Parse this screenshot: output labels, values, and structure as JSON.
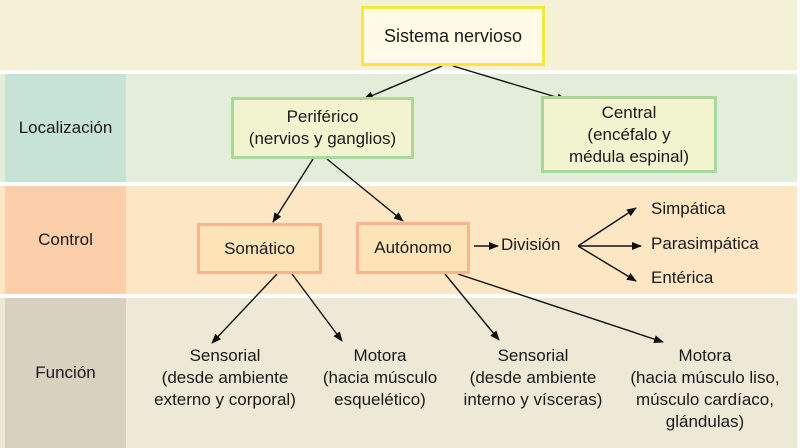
{
  "title": "Sistema nervioso",
  "rows": [
    {
      "key": "localizacion",
      "label": "Localización",
      "color": "#c6e3d6",
      "band_color": "#e3edd9"
    },
    {
      "key": "control",
      "label": "Control",
      "color": "#fdceaa",
      "band_color": "#fde6c4"
    },
    {
      "key": "funcion",
      "label": "Función",
      "color": "#d8d1bf",
      "band_color": "#eee8d6"
    }
  ],
  "nodes": {
    "root": {
      "text": "Sistema nervioso",
      "border_color": "#f5e642"
    },
    "periferico": {
      "text": "Periférico\n(nervios y ganglios)",
      "border_color": "#a9d89a"
    },
    "central": {
      "text": "Central\n(encéfalo y\nmédula espinal)",
      "border_color": "#a9d89a"
    },
    "somatico": {
      "text": "Somático",
      "border_color": "#f9b48f"
    },
    "autonomo": {
      "text": "Autónomo",
      "border_color": "#f9b48f"
    },
    "division": {
      "text": "División"
    },
    "simpatica": {
      "text": "Simpática"
    },
    "parasimpatica": {
      "text": "Parasimpática"
    },
    "enterica": {
      "text": "Entérica"
    },
    "som_sensorial": {
      "text": "Sensorial\n(desde ambiente\nexterno y corporal)"
    },
    "som_motora": {
      "text": "Motora\n(hacia músculo\nesquelético)"
    },
    "aut_sensorial": {
      "text": "Sensorial\n(desde ambiente\ninterno y vísceras)"
    },
    "aut_motora": {
      "text": "Motora\n(hacia músculo liso,\nmúsculo cardíaco,\nglándulas)"
    }
  },
  "edges": [
    {
      "from": "root",
      "to": "periferico"
    },
    {
      "from": "root",
      "to": "central"
    },
    {
      "from": "periferico",
      "to": "somatico"
    },
    {
      "from": "periferico",
      "to": "autonomo"
    },
    {
      "from": "autonomo",
      "to": "division"
    },
    {
      "from": "division",
      "to": "simpatica"
    },
    {
      "from": "division",
      "to": "parasimpatica"
    },
    {
      "from": "division",
      "to": "enterica"
    },
    {
      "from": "somatico",
      "to": "som_sensorial"
    },
    {
      "from": "somatico",
      "to": "som_motora"
    },
    {
      "from": "autonomo",
      "to": "aut_sensorial"
    },
    {
      "from": "autonomo",
      "to": "aut_motora"
    }
  ]
}
